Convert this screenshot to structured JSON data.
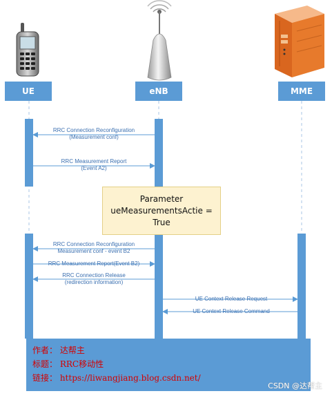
{
  "entities": [
    {
      "id": "ue",
      "label": "UE"
    },
    {
      "id": "enb",
      "label": "eNB"
    },
    {
      "id": "mme",
      "label": "MME"
    }
  ],
  "messages": [
    {
      "line1": "RRC Connection Reconfiguration",
      "line2": "(Measurement conf)"
    },
    {
      "line1": "RRC Measurement Report",
      "line2": "(Event A2)"
    },
    {
      "line1": "RRC Connection Reconfiguration",
      "line2": "Measurement conf - event B2"
    },
    {
      "line1": "RRC Measurement Report(Event B2)",
      "line2": ""
    },
    {
      "line1": "RRC Connection Release",
      "line2": "(redirection information)"
    },
    {
      "line1": "UE Context Release Request",
      "line2": ""
    },
    {
      "line1": "UE Context Release Command",
      "line2": ""
    }
  ],
  "note": {
    "line1": "Parameter",
    "line2": "ueMeasurementsActie =",
    "line3": "True"
  },
  "info": {
    "author": "作者： 达帮主",
    "title": "标题： RRC移动性",
    "link": "链接： https://liwangjiang.blog.csdn.net/"
  },
  "watermark": "CSDN @达帮主",
  "colors": {
    "lane": "#5b9bd5",
    "note_bg": "#fdf2d0",
    "text_red": "#d40000",
    "msg_text": "#3a6fb0"
  },
  "icons": {
    "ue": "mobile-phone-icon",
    "enb": "antenna-tower-icon",
    "mme": "server-cabinet-icon"
  }
}
